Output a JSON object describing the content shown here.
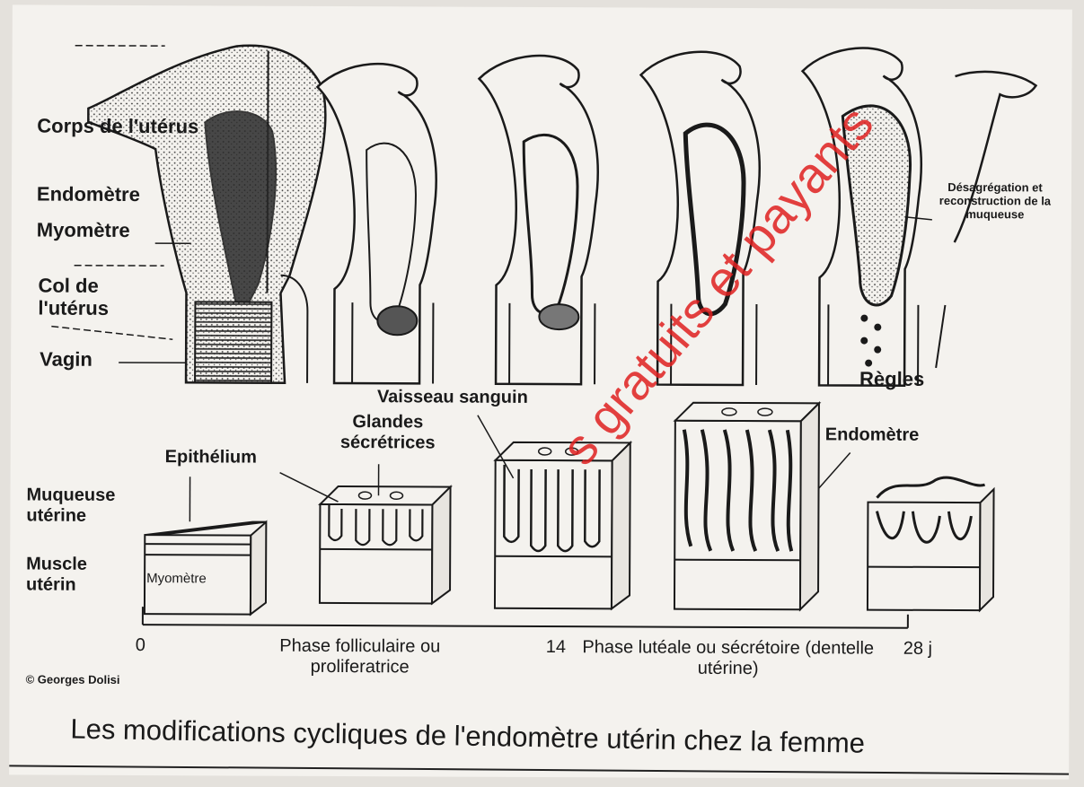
{
  "labels": {
    "corps": "Corps de l'utérus",
    "endometre_top": "Endomètre",
    "myometre_top": "Myomètre",
    "col": "Col de l'utérus",
    "vagin": "Vagin",
    "desagregation": "Désagrégation et reconstruction de la muqueuse",
    "regles": "Règles",
    "vaisseau": "Vaisseau sanguin",
    "glandes": "Glandes sécrétrices",
    "epithelium": "Epithélium",
    "endometre_bottom": "Endomètre",
    "muqueuse": "Muqueuse utérine",
    "muscle": "Muscle utérin",
    "myometre_block": "Myomètre"
  },
  "timeline": {
    "day0": "0",
    "phase1": "Phase folliculaire ou proliferatrice",
    "day14": "14",
    "phase2": "Phase lutéale ou sécrétoire (dentelle utérine)",
    "day28": "28 j"
  },
  "credit": "© Georges Dolisi",
  "caption": "Les modifications cycliques de l'endomètre utérin chez la femme",
  "watermark": "s gratuits et payants",
  "colors": {
    "ink": "#1a1a1a",
    "paper": "#f4f2ee",
    "watermark": "#e02020"
  }
}
